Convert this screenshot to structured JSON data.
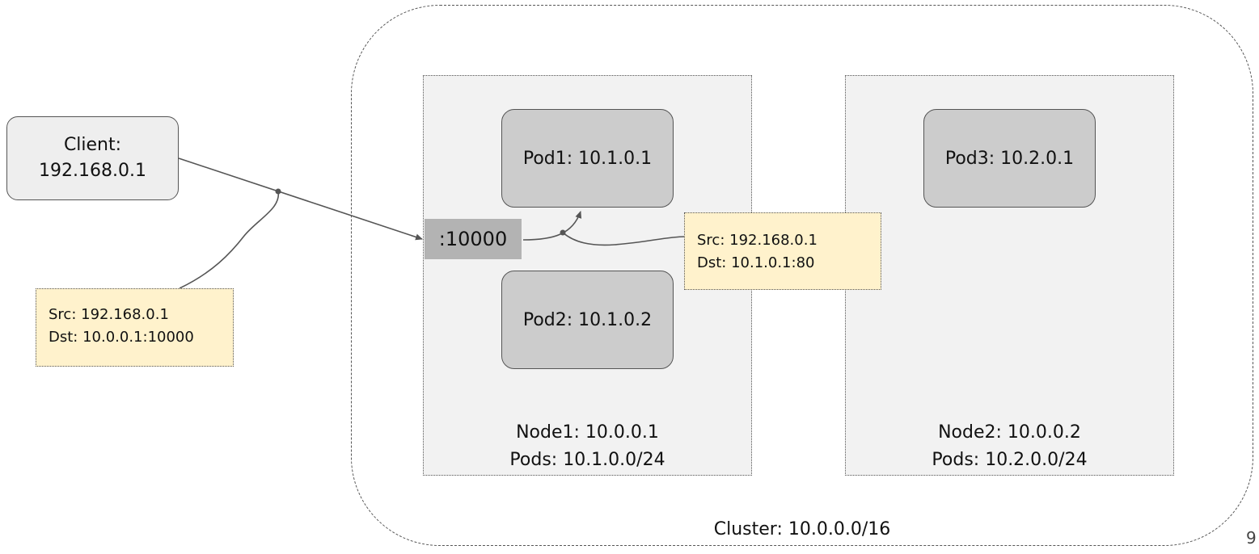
{
  "cluster": {
    "label": "Cluster: 10.0.0.0/16"
  },
  "nodes": [
    {
      "name": "Node1: 10.0.0.1",
      "pods": "Pods: 10.1.0.0/24"
    },
    {
      "name": "Node2: 10.0.0.2",
      "pods": "Pods: 10.2.0.0/24"
    }
  ],
  "pods": [
    {
      "label": "Pod1: 10.1.0.1"
    },
    {
      "label": "Pod2: 10.1.0.2"
    },
    {
      "label": "Pod3: 10.2.0.1"
    }
  ],
  "client": {
    "line1": "Client:",
    "line2": "192.168.0.1"
  },
  "node_port": {
    "label": ":10000"
  },
  "packets": [
    {
      "src": "Src: 192.168.0.1",
      "dst": "Dst: 10.0.0.1:10000"
    },
    {
      "src": "Src: 192.168.0.1",
      "dst": "Dst: 10.1.0.1:80"
    }
  ],
  "colors": {
    "node_fill": "#f2f2f2",
    "pod_fill": "#cccccc",
    "client_fill": "#eeeeee",
    "port_fill": "#b3b3b3",
    "packet_fill": "#fff2cc",
    "stroke": "#555555"
  },
  "page_number": "9"
}
